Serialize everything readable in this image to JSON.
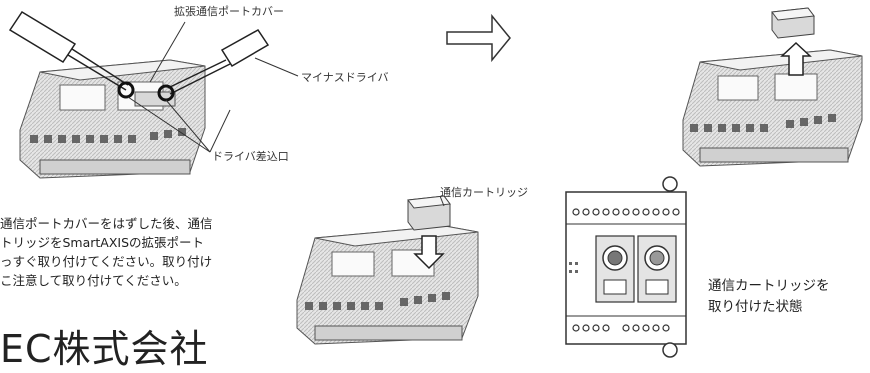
{
  "labels": {
    "expansion_port_cover": "拡張通信ポートカバー",
    "minus_driver": "マイナスドライバ",
    "driver_insertion_slot": "ドライバ差込口",
    "comm_cartridge": "通信カートリッジ"
  },
  "instructions": [
    "通信ポートカバーをはずした後、通信",
    "トリッジをSmartAXISの拡張ポート",
    "っすぐ取り付けてください。取り付け",
    "こ注意して取り付けてください。"
  ],
  "attached_state": [
    "通信カートリッジを",
    "取り付けた状態"
  ],
  "footer_text": "EC株式会社"
}
